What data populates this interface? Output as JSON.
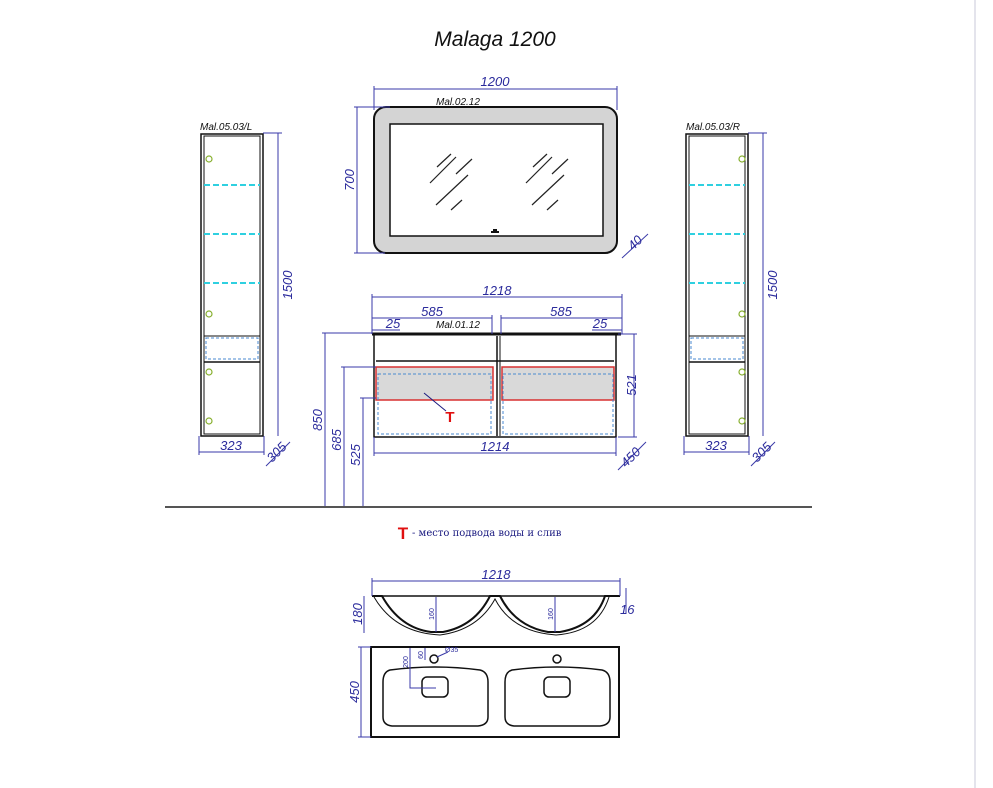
{
  "title": "Malaga 1200",
  "mirror": {
    "label": "Mal.02.12",
    "width": "1200",
    "height": "700",
    "depth": "40"
  },
  "left_cabinet": {
    "label": "Mal.05.03/L",
    "height": "1500",
    "width": "323",
    "depth": "305"
  },
  "right_cabinet": {
    "label": "Mal.05.03/R",
    "height": "1500",
    "width": "323",
    "depth": "305"
  },
  "vanity": {
    "label": "Mal.01.12",
    "top_width": "1218",
    "left_section": "585",
    "right_section": "585",
    "left_offset": "25",
    "right_offset": "25",
    "bottom_width": "1214",
    "height": "521",
    "depth": "450",
    "mount_850": "850",
    "mount_685": "685",
    "mount_525": "525",
    "marker": "T"
  },
  "legend": {
    "marker": "T",
    "text": "- место подвода воды и слив"
  },
  "sink_side": {
    "width": "1218",
    "height": "180",
    "bowl_depth_left": "160",
    "bowl_depth_right": "160",
    "rim": "16"
  },
  "sink_top": {
    "depth": "450",
    "dim_200": "200",
    "dim_60": "60",
    "hole_diameter": "Ø35"
  },
  "colors": {
    "dimension": "#2b2b9c",
    "marker": "#e01010",
    "shelf": "#2fd0e0",
    "handle": "#88b030"
  }
}
